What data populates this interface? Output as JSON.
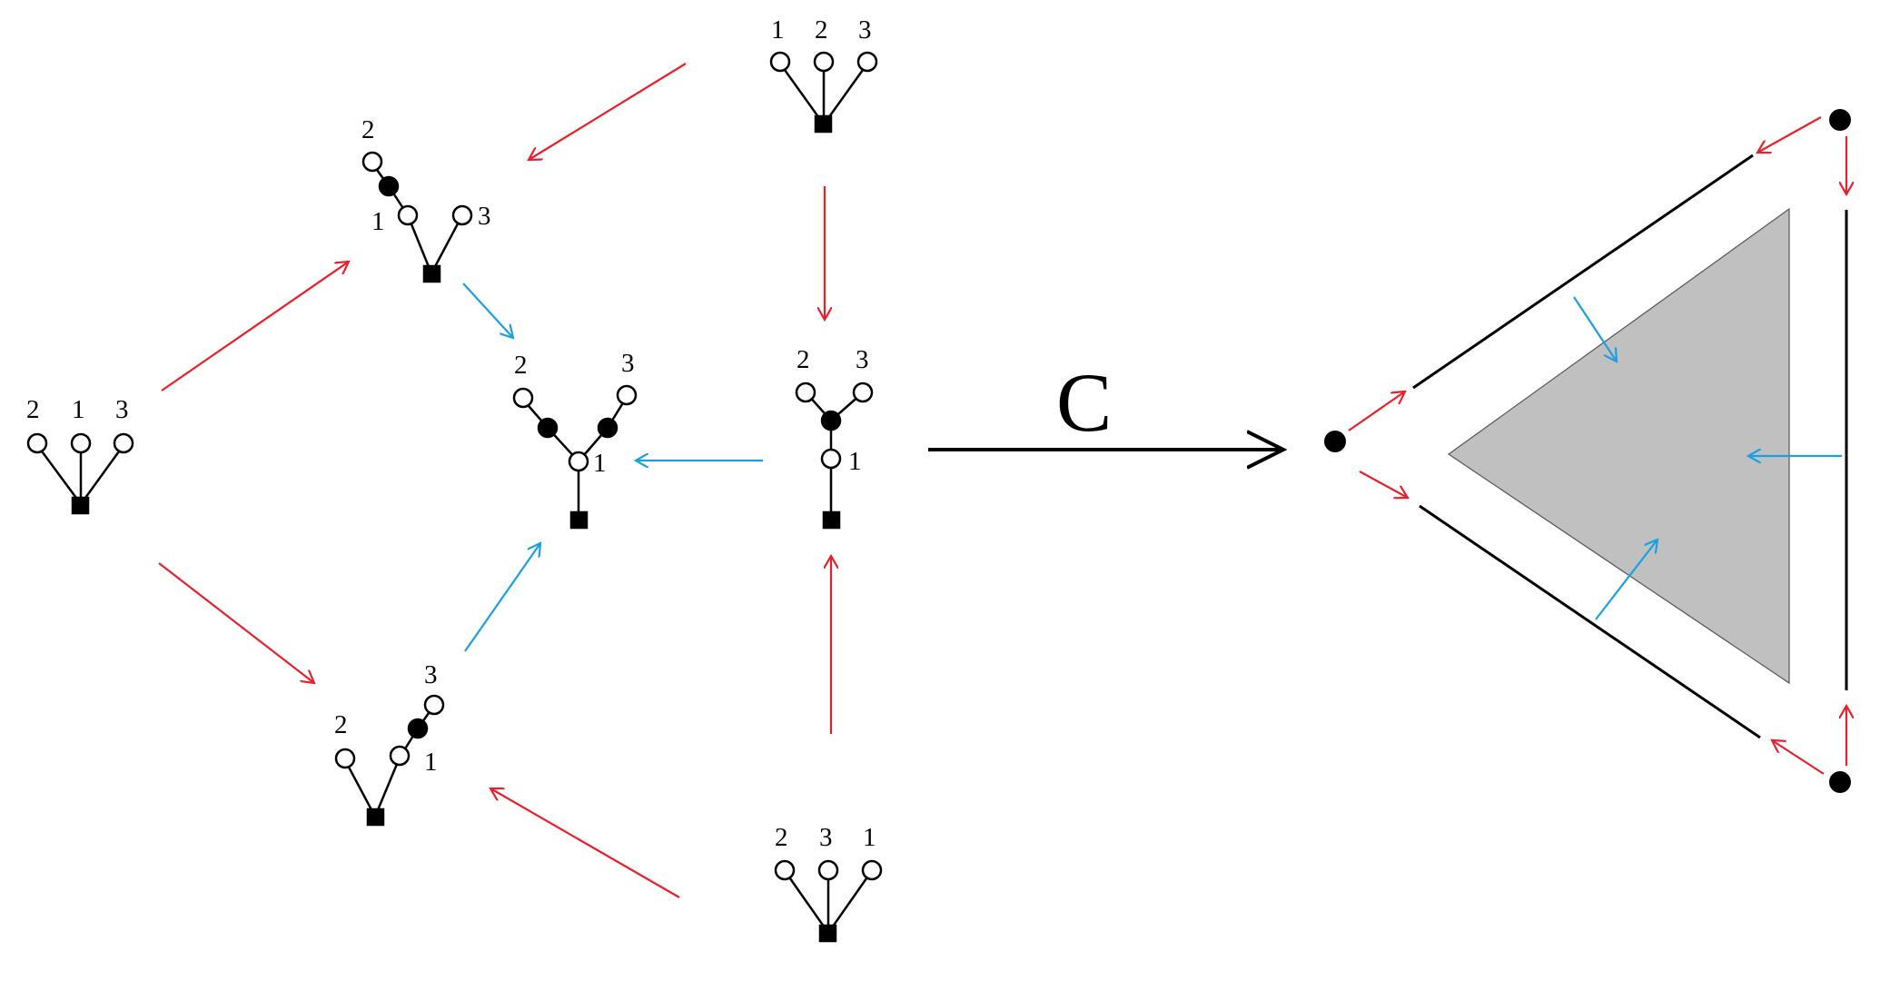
{
  "map_label": "C",
  "colors": {
    "red": "#e8202a",
    "blue": "#1aa0e0",
    "black": "#000000",
    "gray": "#c0c0c0"
  },
  "trees": [
    {
      "id": "tree-123-top",
      "labels": [
        "1",
        "2",
        "3"
      ]
    },
    {
      "id": "tree-2-1-3-left",
      "labels": [
        "2",
        "1",
        "3"
      ]
    },
    {
      "id": "tree-2-1-3-upper",
      "labels": [
        "2",
        "1",
        "3"
      ]
    },
    {
      "id": "tree-2-3-1-center",
      "labels": [
        "2",
        "3",
        "1"
      ]
    },
    {
      "id": "tree-2-3-1-right",
      "labels": [
        "2",
        "3",
        "1"
      ]
    },
    {
      "id": "tree-2-3-1-lower",
      "labels": [
        "2",
        "3",
        "1"
      ]
    },
    {
      "id": "tree-231-bottom",
      "labels": [
        "2",
        "3",
        "1"
      ]
    }
  ]
}
